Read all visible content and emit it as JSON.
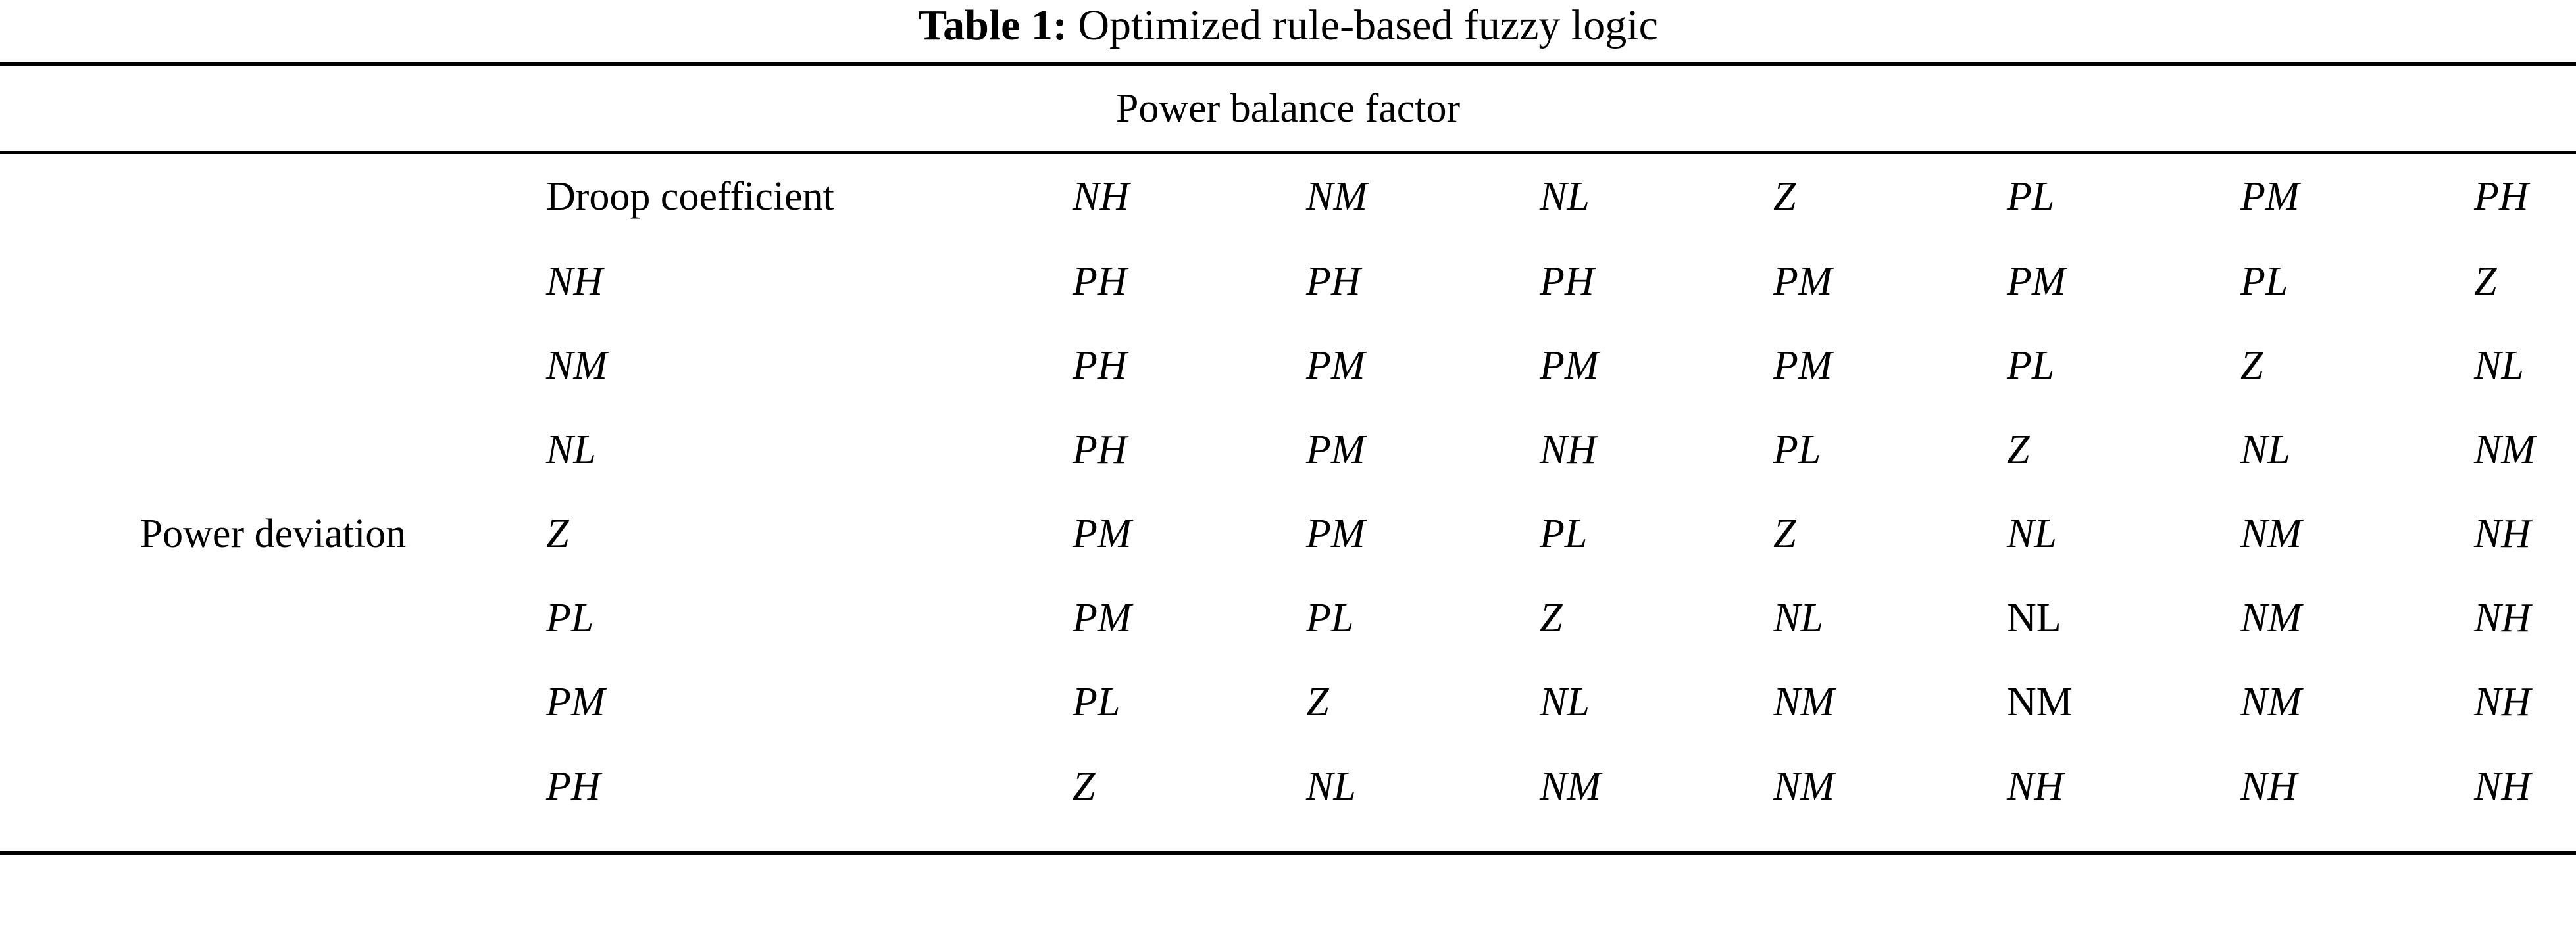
{
  "caption": {
    "label": "Table 1:",
    "text": "Optimized rule-based fuzzy logic"
  },
  "group_header": {
    "title": "Power balance factor"
  },
  "row_group_label": "Power deviation",
  "corner_label": "Droop coefficient",
  "column_headers": [
    "NH",
    "NM",
    "NL",
    "Z",
    "PL",
    "PM",
    "PH"
  ],
  "row_headers": [
    "NH",
    "NM",
    "NL",
    "Z",
    "PL",
    "PM",
    "PH"
  ],
  "rows": [
    {
      "label": "NH",
      "cells": [
        "PH",
        "PH",
        "PH",
        "PM",
        "PM",
        "PL",
        "Z"
      ],
      "upright_flags": [
        false,
        false,
        false,
        false,
        false,
        false,
        false
      ]
    },
    {
      "label": "NM",
      "cells": [
        "PH",
        "PM",
        "PM",
        "PM",
        "PL",
        "Z",
        "NL"
      ],
      "upright_flags": [
        false,
        false,
        false,
        false,
        false,
        false,
        false
      ]
    },
    {
      "label": "NL",
      "cells": [
        "PH",
        "PM",
        "NH",
        "PL",
        "Z",
        "NL",
        "NM"
      ],
      "upright_flags": [
        false,
        false,
        false,
        false,
        false,
        false,
        false
      ]
    },
    {
      "label": "Z",
      "cells": [
        "PM",
        "PM",
        "PL",
        "Z",
        "NL",
        "NM",
        "NH"
      ],
      "upright_flags": [
        false,
        false,
        false,
        false,
        false,
        false,
        false
      ]
    },
    {
      "label": "PL",
      "cells": [
        "PM",
        "PL",
        "Z",
        "NL",
        "NL",
        "NM",
        "NH"
      ],
      "upright_flags": [
        false,
        false,
        false,
        false,
        true,
        false,
        false
      ]
    },
    {
      "label": "PM",
      "cells": [
        "PL",
        "Z",
        "NL",
        "NM",
        "NM",
        "NM",
        "NH"
      ],
      "upright_flags": [
        false,
        false,
        false,
        false,
        true,
        false,
        false
      ]
    },
    {
      "label": "PH",
      "cells": [
        "Z",
        "NL",
        "NM",
        "NM",
        "NH",
        "NH",
        "NH"
      ],
      "upright_flags": [
        false,
        false,
        false,
        false,
        false,
        false,
        false
      ]
    }
  ],
  "colors": {
    "text": "#000000",
    "rule": "#000000",
    "background": "#ffffff"
  }
}
